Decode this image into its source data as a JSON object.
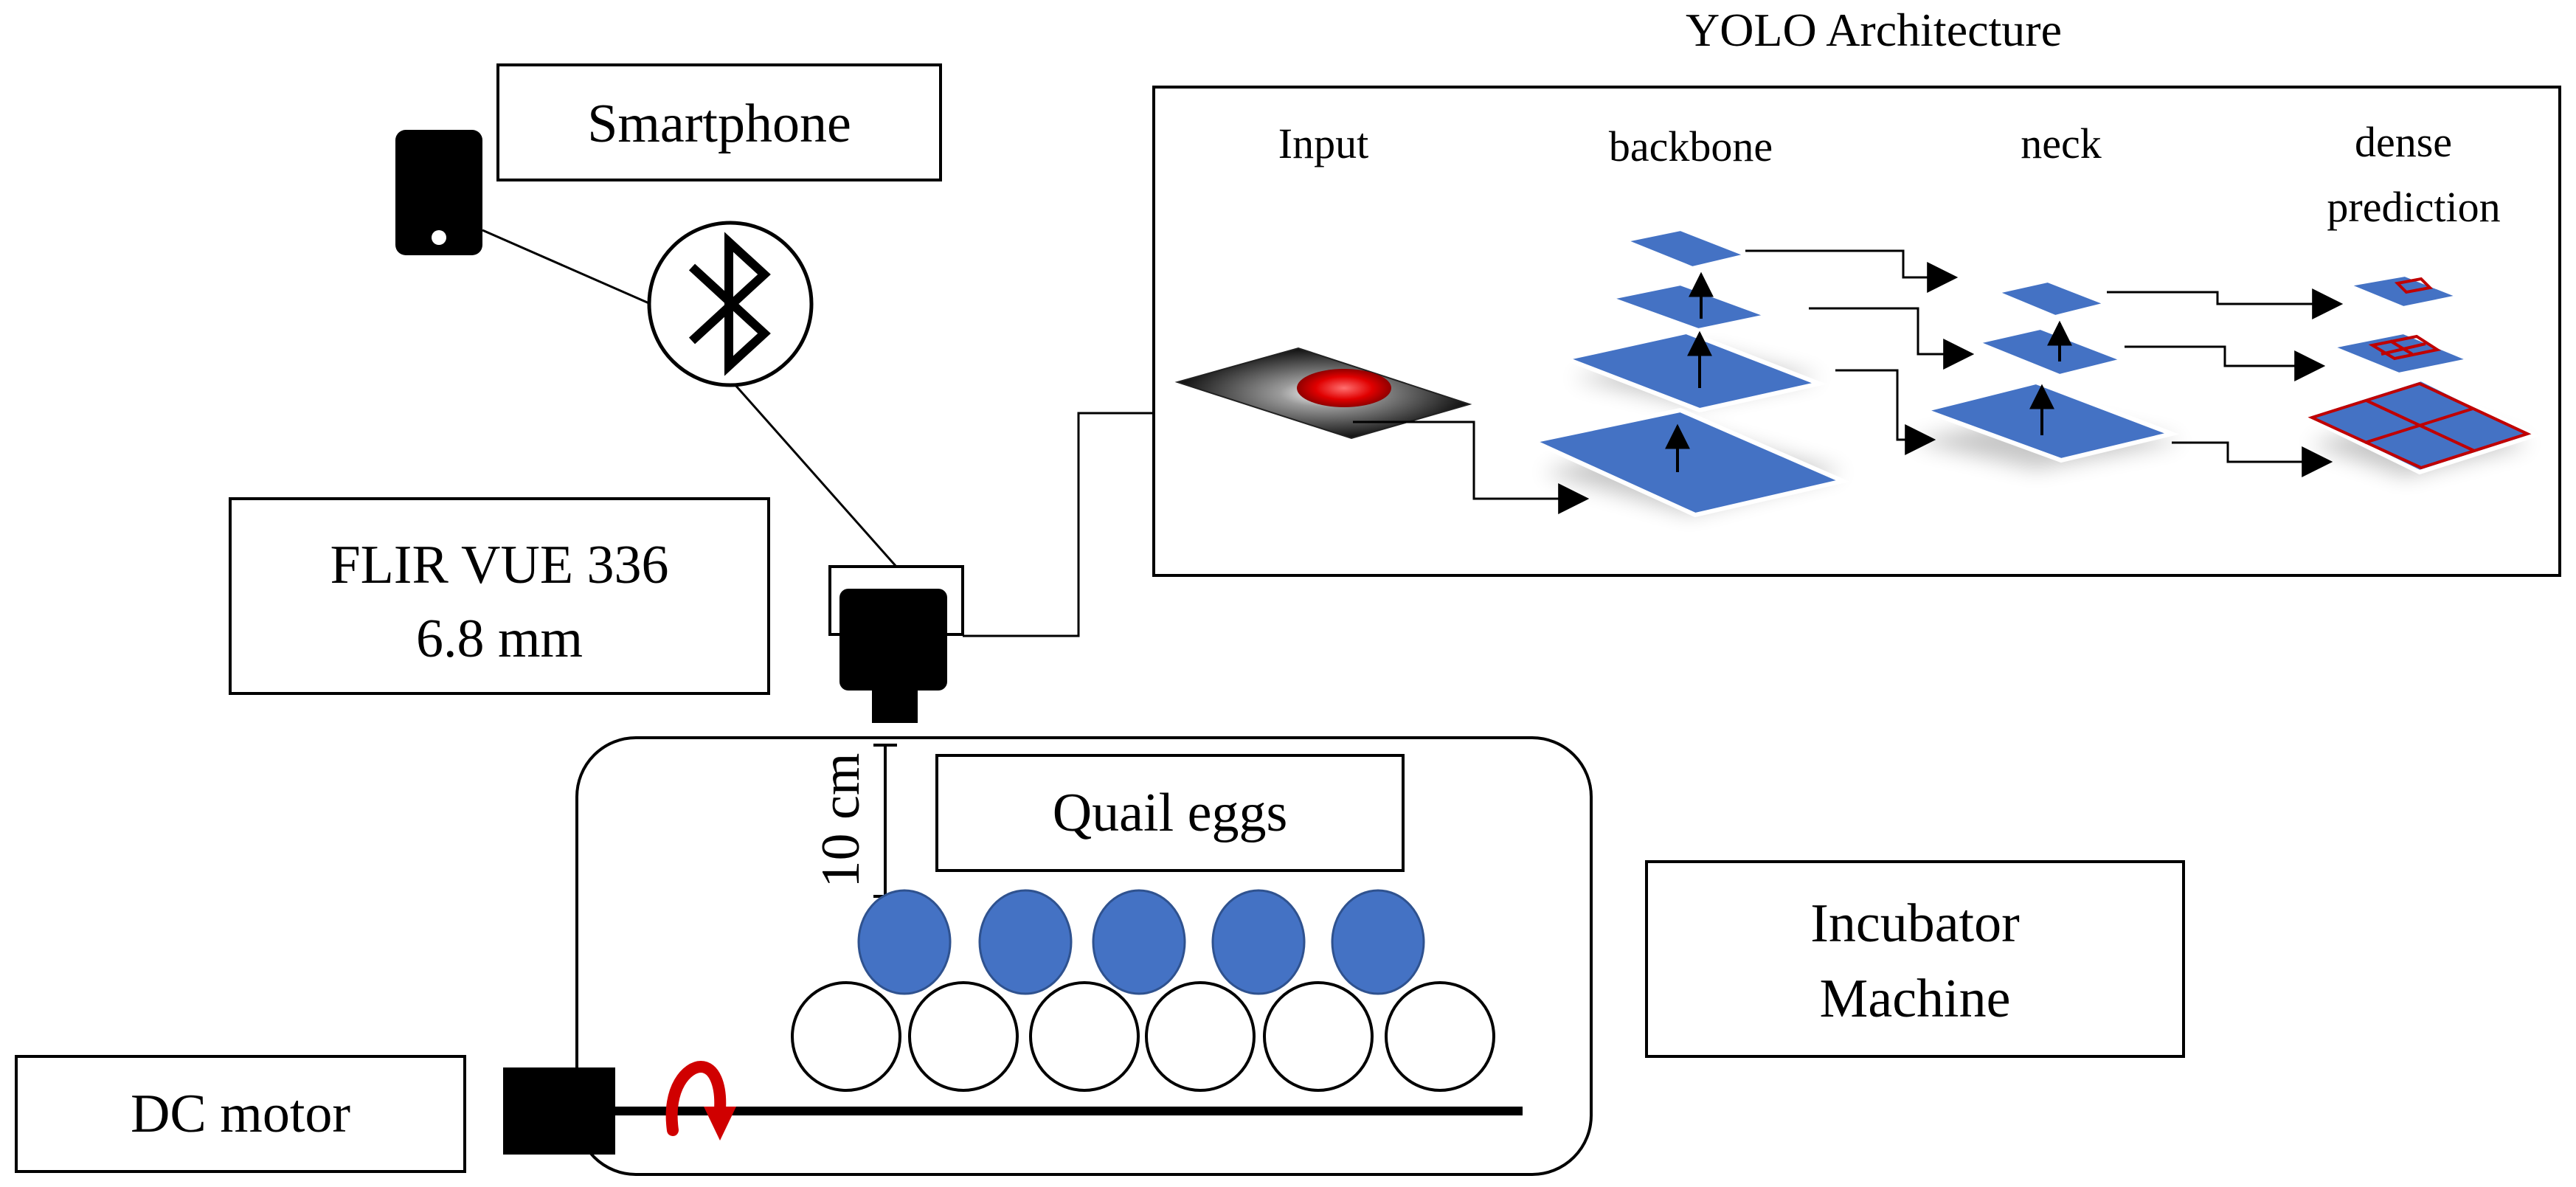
{
  "labels": {
    "smartphone": "Smartphone",
    "camera_line1": "FLIR VUE 336",
    "camera_line2": "6.8 mm",
    "distance": "10 cm",
    "quail_eggs": "Quail eggs",
    "incubator_line1": "Incubator",
    "incubator_line2": "Machine",
    "dc_motor": "DC motor"
  },
  "yolo": {
    "title": "YOLO Architecture",
    "stages": {
      "input": "Input",
      "backbone": "backbone",
      "neck": "neck",
      "dense_line1": "dense",
      "dense_line2": "prediction"
    }
  },
  "icons": {
    "smartphone": "smartphone-icon",
    "bluetooth": "bluetooth-icon",
    "camera": "thermal-camera-icon",
    "motor": "dc-motor-icon",
    "rotation": "rotation-arrow-icon"
  },
  "colors": {
    "layer_blue": "#4472C4",
    "egg_blue": "#4472C4",
    "thermal_red": "#E00000",
    "rotation_red": "#D00000",
    "bbox_red": "#C00000"
  }
}
